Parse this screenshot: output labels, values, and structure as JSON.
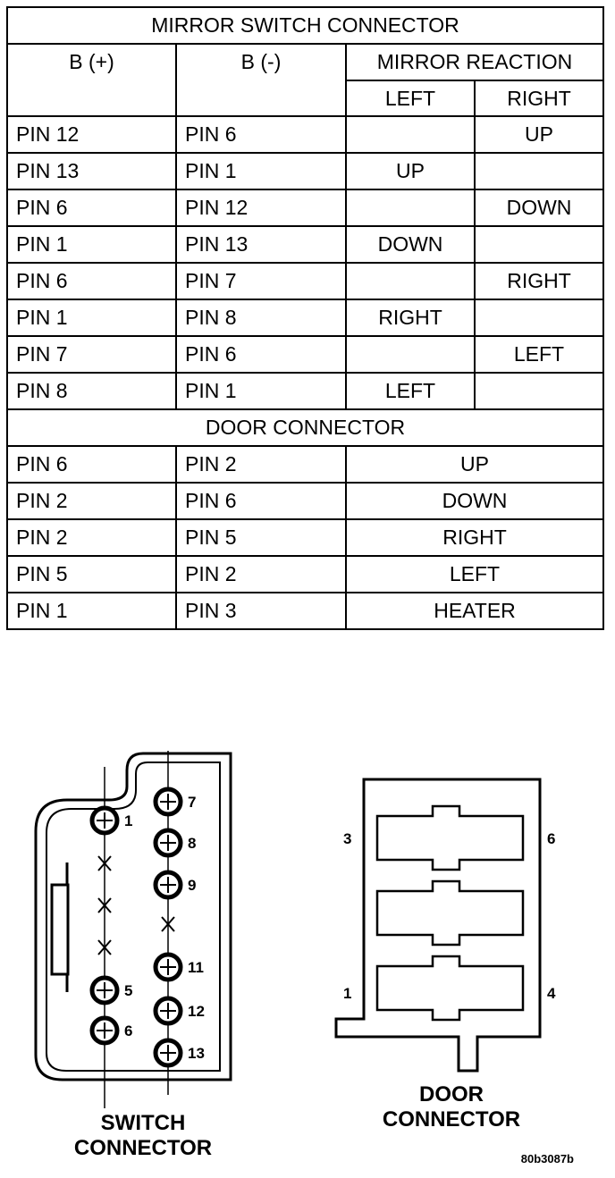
{
  "switch_table": {
    "title": "MIRROR SWITCH CONNECTOR",
    "col_b_plus": "B (+)",
    "col_b_minus": "B (-)",
    "col_reaction": "MIRROR REACTION",
    "col_left": "LEFT",
    "col_right": "RIGHT",
    "rows": [
      {
        "bplus": "PIN 12",
        "bminus": "PIN 6",
        "left": "",
        "right": "UP"
      },
      {
        "bplus": "PIN 13",
        "bminus": "PIN 1",
        "left": "UP",
        "right": ""
      },
      {
        "bplus": "PIN 6",
        "bminus": "PIN 12",
        "left": "",
        "right": "DOWN"
      },
      {
        "bplus": "PIN 1",
        "bminus": "PIN 13",
        "left": "DOWN",
        "right": ""
      },
      {
        "bplus": "PIN 6",
        "bminus": "PIN 7",
        "left": "",
        "right": "RIGHT"
      },
      {
        "bplus": "PIN 1",
        "bminus": "PIN 8",
        "left": "RIGHT",
        "right": ""
      },
      {
        "bplus": "PIN 7",
        "bminus": "PIN 6",
        "left": "",
        "right": "LEFT"
      },
      {
        "bplus": "PIN 8",
        "bminus": "PIN 1",
        "left": "LEFT",
        "right": ""
      }
    ]
  },
  "door_table": {
    "title": "DOOR CONNECTOR",
    "rows": [
      {
        "bplus": "PIN 6",
        "bminus": "PIN 2",
        "reaction": "UP"
      },
      {
        "bplus": "PIN 2",
        "bminus": "PIN 6",
        "reaction": "DOWN"
      },
      {
        "bplus": "PIN 2",
        "bminus": "PIN 5",
        "reaction": "RIGHT"
      },
      {
        "bplus": "PIN 5",
        "bminus": "PIN 2",
        "reaction": "LEFT"
      },
      {
        "bplus": "PIN 1",
        "bminus": "PIN 3",
        "reaction": "HEATER"
      }
    ]
  },
  "switch_connector": {
    "caption_line1": "SWITCH",
    "caption_line2": "CONNECTOR",
    "pin_labels": [
      "1",
      "5",
      "6",
      "7",
      "8",
      "9",
      "11",
      "12",
      "13"
    ]
  },
  "door_connector": {
    "caption_line1": "DOOR",
    "caption_line2": "CONNECTOR",
    "pin_labels": [
      "3",
      "6",
      "1",
      "4"
    ]
  },
  "figure_id": "80b3087b"
}
